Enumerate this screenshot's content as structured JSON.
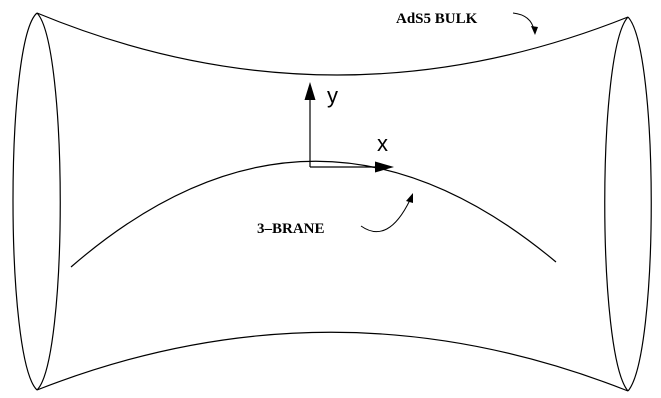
{
  "labels": {
    "bulk": "AdS5 BULK",
    "brane": "3–BRANE",
    "axis_x": "x",
    "axis_y": "y"
  },
  "colors": {
    "ink": "#000000",
    "background": "#ffffff"
  }
}
